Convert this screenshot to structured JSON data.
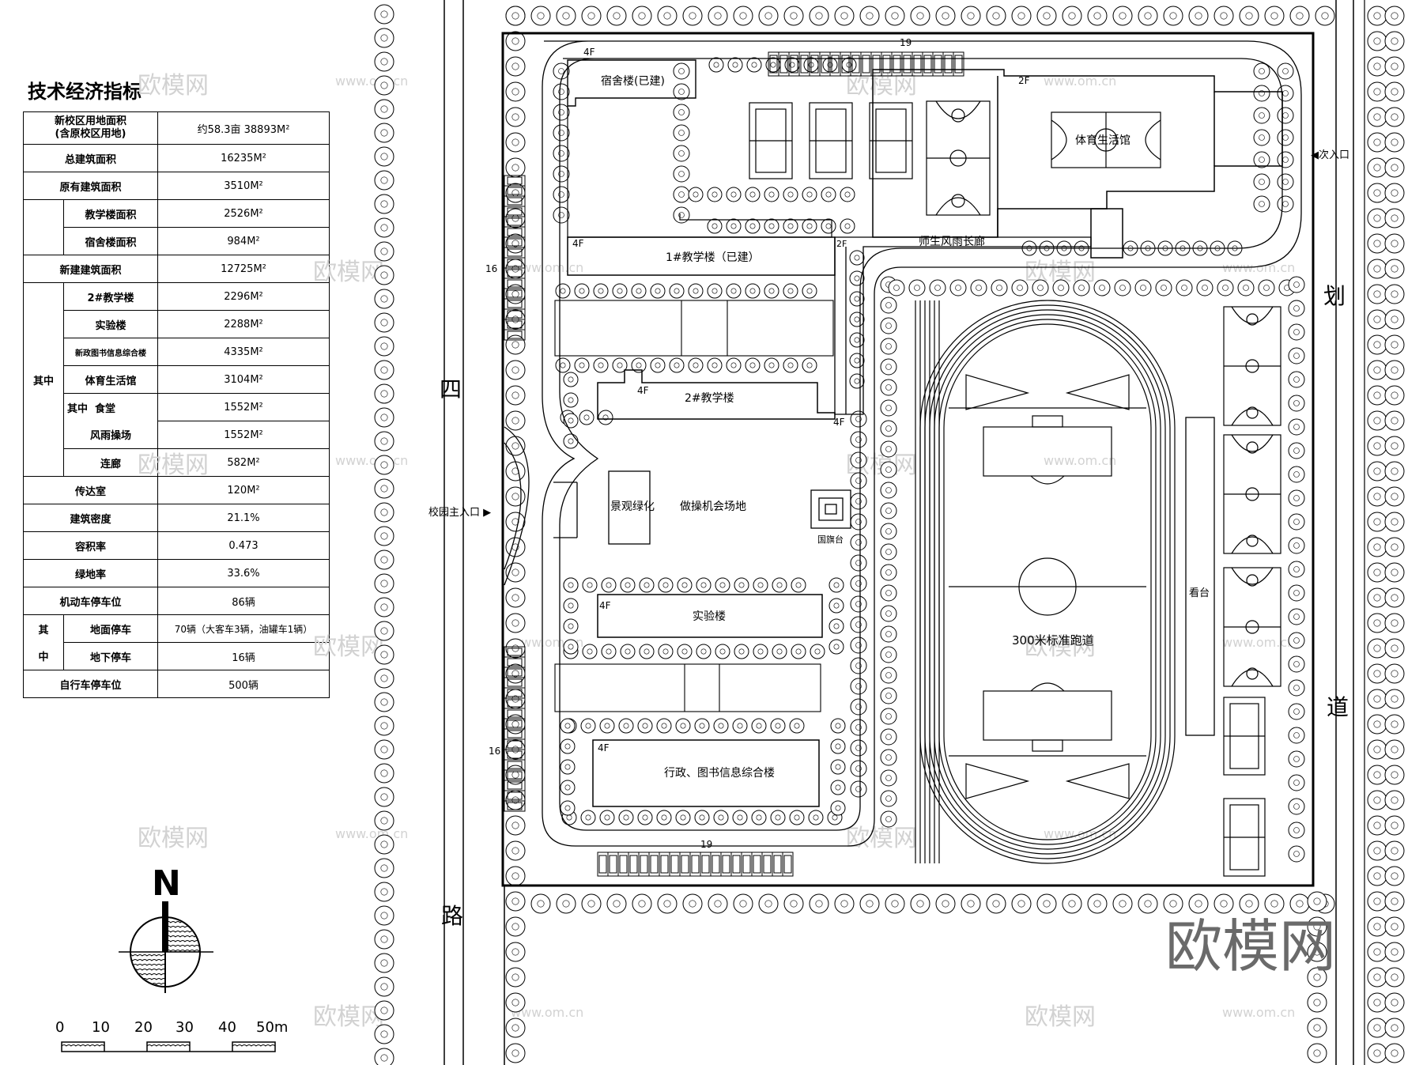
{
  "table": {
    "title": "技术经济指标",
    "rows": [
      {
        "label": "新校区用地面积\n(含原校区用地)",
        "value": "约58.3亩 38893M²"
      },
      {
        "label": "总建筑面积",
        "value": "16235M²"
      },
      {
        "label": "原有建筑面积",
        "value": "3510M²"
      },
      {
        "label": "教学楼面积",
        "value": "2526M²"
      },
      {
        "label": "宿舍楼面积",
        "value": "984M²"
      },
      {
        "label": "新建建筑面积",
        "value": "12725M²"
      },
      {
        "label": "2#教学楼",
        "value": "2296M²"
      },
      {
        "label": "实验楼",
        "value": "2288M²"
      },
      {
        "label": "新政图书信息综合楼",
        "value": "4335M²"
      },
      {
        "label": "体育生活馆",
        "value": "3104M²"
      },
      {
        "label": "其中  食堂",
        "value": "1552M²"
      },
      {
        "label": "风雨操场",
        "value": "1552M²"
      },
      {
        "label": "连廊",
        "value": "582M²"
      },
      {
        "label": "传达室",
        "value": "120M²"
      },
      {
        "label": "建筑密度",
        "value": "21.1%"
      },
      {
        "label": "容积率",
        "value": "0.473"
      },
      {
        "label": "绿地率",
        "value": "33.6%"
      },
      {
        "label": "机动车停车位",
        "value": "86辆"
      },
      {
        "label": "地面停车",
        "value": "70辆（大客车3辆，油罐车1辆）"
      },
      {
        "label": "地下停车",
        "value": "16辆"
      },
      {
        "label": "自行车停车位",
        "value": "500辆"
      }
    ],
    "group_qizhong": "其中",
    "group_qi": "其",
    "group_zhong": "中"
  },
  "compass": {
    "north": "N"
  },
  "scale": {
    "labels": [
      "0",
      "10",
      "20",
      "30",
      "40",
      "50m"
    ]
  },
  "roads": {
    "west": [
      "四",
      "路"
    ],
    "east": [
      "划",
      "道"
    ]
  },
  "entrances": {
    "main": "校园主入口 ▶",
    "secondary": "◀次入口"
  },
  "buildings": {
    "dorm": "宿舍楼(已建)",
    "dorm_floors": "4F",
    "gym": "体育生活馆",
    "gym_floors": "2F",
    "teaching1": "1#教学楼（已建）",
    "teaching1_floors": "4F",
    "corridor": "师生风雨长廊",
    "corridor_floors": "2F",
    "teaching2": "2#教学楼",
    "teaching2_floors": "4F",
    "teaching2_floors_b": "4F",
    "landscape": "景观绿化",
    "assembly": "做操机会场地",
    "flag": "国旗台",
    "lab": "实验楼",
    "lab_floors": "4F",
    "admin": "行政、图书信息综合楼",
    "admin_floors": "4F",
    "track": "300米标准跑道",
    "stand": "看台"
  },
  "parking_counts": {
    "north": "19",
    "south": "19",
    "west_upper": "16",
    "west_lower": "16"
  },
  "watermarks": {
    "small": "欧模网",
    "url": "www.om.cn",
    "big": "欧模网"
  }
}
